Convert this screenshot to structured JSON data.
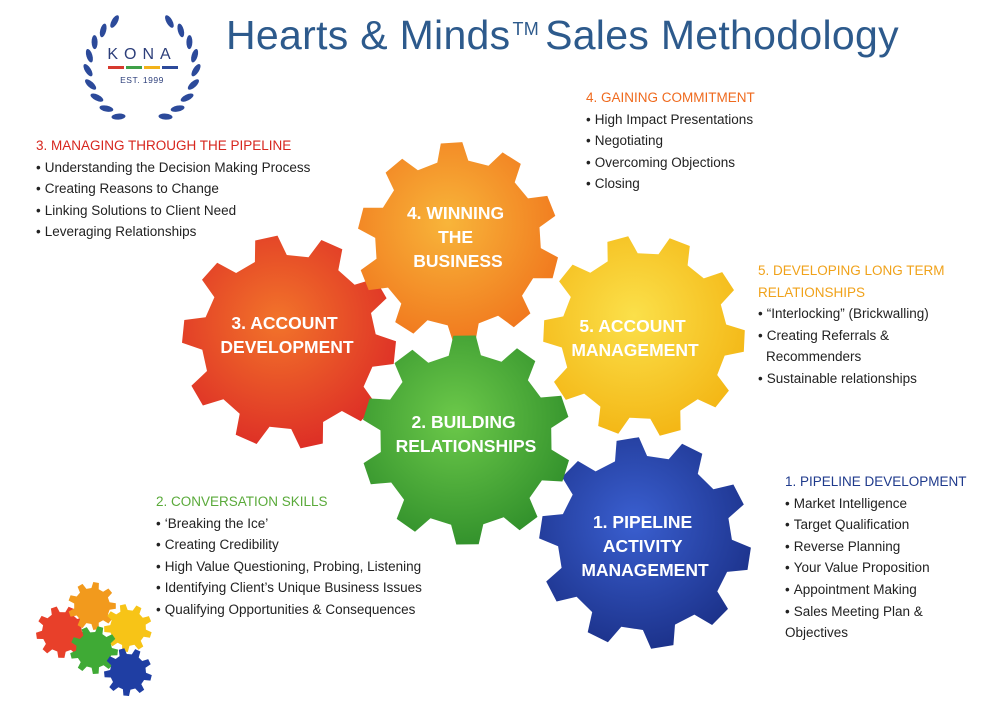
{
  "title": {
    "main": "Hearts & Minds",
    "tm": "TM",
    "rest": "Sales Methodology"
  },
  "logo": {
    "name": "KONA",
    "est": "EST. 1999"
  },
  "gears": [
    {
      "id": "g1",
      "label_lines": [
        "1. PIPELINE",
        "ACTIVITY",
        "MANAGEMENT"
      ],
      "color": "#1f3ea3"
    },
    {
      "id": "g2",
      "label_lines": [
        "2. BUILDING",
        "RELATIONSHIPS"
      ],
      "color": "#3faa35"
    },
    {
      "id": "g3",
      "label_lines": [
        "3. ACCOUNT",
        "DEVELOPMENT"
      ],
      "color": "#e8402a"
    },
    {
      "id": "g4",
      "label_lines": [
        "4. WINNING",
        "THE",
        "BUSINESS"
      ],
      "color": "#f29a1d"
    },
    {
      "id": "g5",
      "label_lines": [
        "5. ACCOUNT",
        "MANAGEMENT"
      ],
      "color": "#f7c417"
    }
  ],
  "sections": {
    "pipeline": {
      "heading": "3. MANAGING THROUGH THE PIPELINE",
      "color": "#d7261e",
      "items": [
        "Understanding the Decision Making Process",
        "Creating Reasons to Change",
        "Linking Solutions to Client Need",
        "Leveraging Relationships"
      ]
    },
    "commitment": {
      "heading": "4. GAINING COMMITMENT",
      "color": "#ef6a1e",
      "items": [
        "High Impact Presentations",
        "Negotiating",
        "Overcoming Objections",
        "Closing"
      ]
    },
    "longterm": {
      "heading1": "5. DEVELOPING LONG TERM",
      "heading2": "RELATIONSHIPS",
      "color": "#f0a21a",
      "items": [
        "“Interlocking” (Brickwalling)",
        "Creating Referrals &"
      ],
      "continuation": "Recommenders",
      "items2": [
        "Sustainable relationships"
      ]
    },
    "conversation": {
      "heading": "2. CONVERSATION SKILLS",
      "color": "#5aaa3a",
      "items": [
        "‘Breaking the Ice’",
        "Creating Credibility",
        "High Value Questioning, Probing, Listening",
        "Identifying Client’s Unique Business Issues",
        "Qualifying Opportunities & Consequences"
      ]
    },
    "development": {
      "heading": "1. PIPELINE DEVELOPMENT",
      "color": "#1f3a8c",
      "items": [
        "Market Intelligence",
        "Target Qualification",
        "Reverse Planning",
        "Your Value Proposition",
        "Appointment Making",
        "Sales Meeting Plan &"
      ],
      "continuation": "Objectives"
    }
  }
}
